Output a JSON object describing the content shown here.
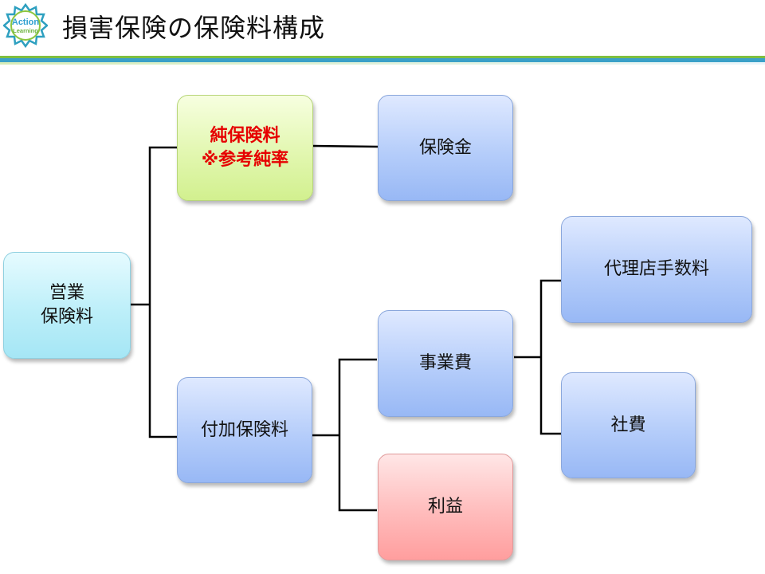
{
  "header": {
    "title": "損害保険の保険料構成",
    "logo_text_top": "Action",
    "logo_text_bottom": "Learning"
  },
  "nodes": {
    "gross_premium": "営業\n保険料",
    "pure_premium": "純保険料\n※参考純率",
    "loading_premium": "付加保険料",
    "claims": "保険金",
    "expenses": "事業費",
    "profit": "利益",
    "agency_commission": "代理店手数料",
    "company_expenses": "社費"
  },
  "colors": {
    "highlight_text": "#e60000",
    "title_bar_green": "#7fbf3f",
    "title_bar_blue": "#3aa0c8"
  }
}
